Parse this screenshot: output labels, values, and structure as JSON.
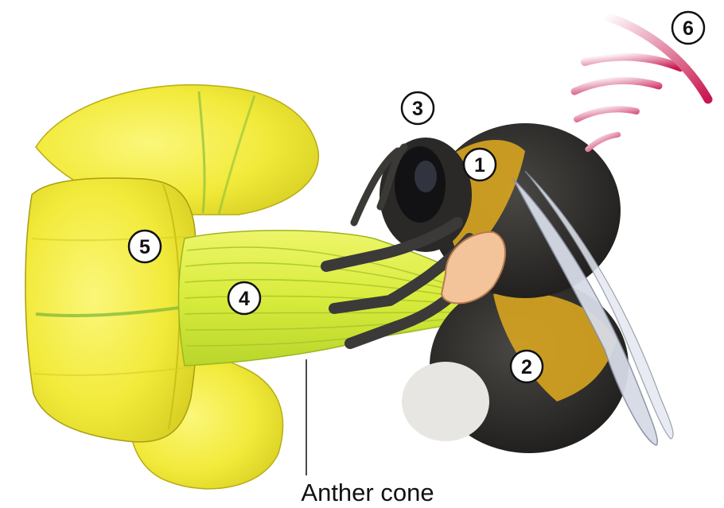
{
  "markers": [
    {
      "id": "1",
      "label": "1"
    },
    {
      "id": "2",
      "label": "2"
    },
    {
      "id": "3",
      "label": "3"
    },
    {
      "id": "4",
      "label": "4"
    },
    {
      "id": "5",
      "label": "5"
    },
    {
      "id": "6",
      "label": "6"
    }
  ],
  "caption": "Anther cone",
  "colors": {
    "petal": "#f2ea3a",
    "petal_shade": "#c9c21a",
    "vein": "#7fb83a",
    "anther": "#dff04a",
    "bee_body": "#2b2a28",
    "bee_stripe": "#d8a520",
    "vibration": "#c8164e",
    "wing": "#d6dbe6",
    "pollen_pad": "#f3c49a"
  }
}
